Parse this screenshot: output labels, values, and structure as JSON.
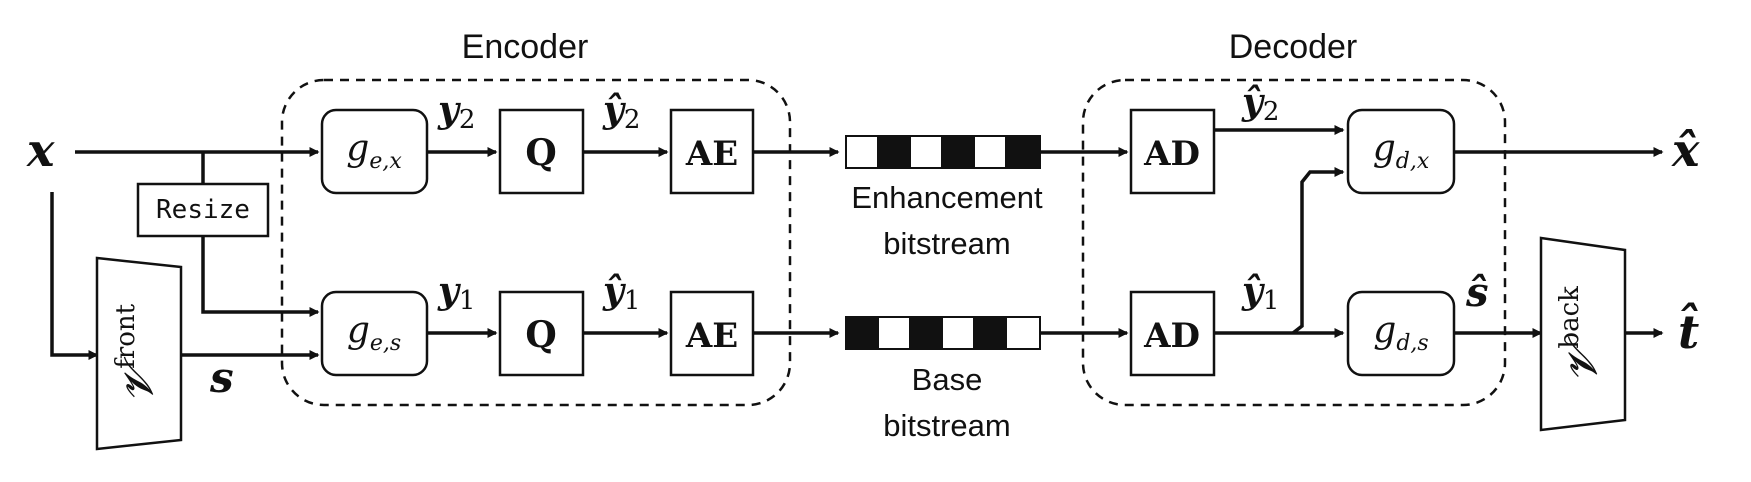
{
  "encoder": {
    "title": "Encoder"
  },
  "decoder": {
    "title": "Decoder"
  },
  "inputs": {
    "x": "x",
    "s": "s"
  },
  "outputs": {
    "x_hat": "x̂",
    "t_hat": "t̂"
  },
  "blocks": {
    "resize": "Resize",
    "ge_x": {
      "base": "g",
      "sub": "e,x"
    },
    "ge_s": {
      "base": "g",
      "sub": "e,s"
    },
    "q_top": "Q",
    "q_bottom": "Q",
    "ae_top": "AE",
    "ae_bottom": "AE",
    "ad_top": "AD",
    "ad_bottom": "AD",
    "gd_x": {
      "base": "g",
      "sub": "d,x"
    },
    "gd_s": {
      "base": "g",
      "sub": "d,s"
    },
    "v_front": {
      "base": "𝓥",
      "sup": "front"
    },
    "v_back": {
      "base": "𝓥",
      "sup": "back"
    }
  },
  "signals": {
    "y2": {
      "base": "y",
      "sub": "2"
    },
    "y2_hat": {
      "base": "ŷ",
      "sub": "2"
    },
    "y1": {
      "base": "y",
      "sub": "1"
    },
    "y1_hat": {
      "base": "ŷ",
      "sub": "1"
    },
    "y2_hat_dec": {
      "base": "ŷ",
      "sub": "2"
    },
    "y1_hat_dec": {
      "base": "ŷ",
      "sub": "1"
    },
    "s_hat": "ŝ"
  },
  "bitstreams": {
    "enhancement": {
      "line1": "Enhancement",
      "line2": "bitstream"
    },
    "base": {
      "line1": "Base",
      "line2": "bitstream"
    }
  },
  "colors": {
    "ink": "#111111",
    "background": "#ffffff"
  }
}
